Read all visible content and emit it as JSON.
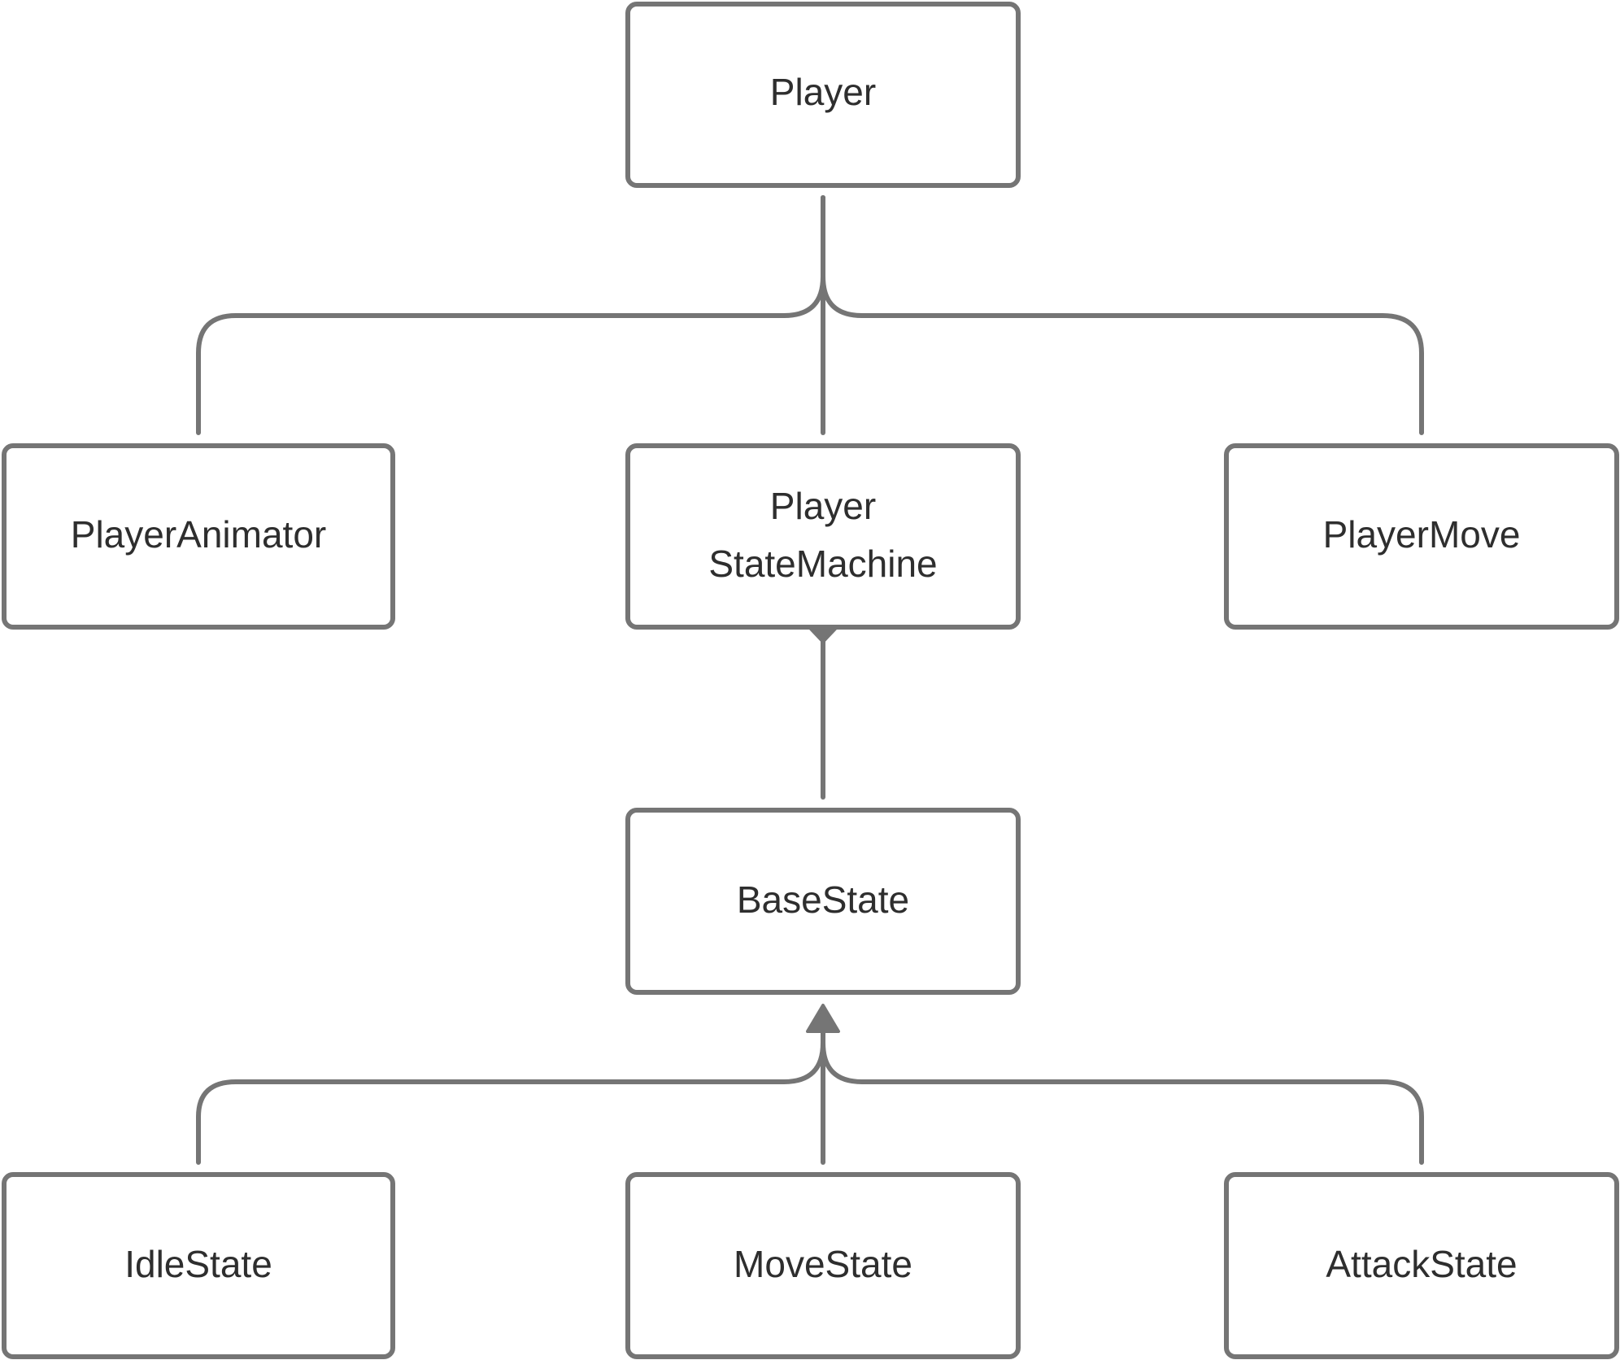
{
  "diagram": {
    "type": "class-diagram",
    "colors": {
      "stroke": "#757575",
      "text": "#2e2e2e",
      "background": "#ffffff"
    },
    "nodes": {
      "player": {
        "lines": [
          "Player"
        ]
      },
      "player_animator": {
        "lines": [
          "PlayerAnimator"
        ]
      },
      "player_state_machine": {
        "lines": [
          "Player",
          "StateMachine"
        ]
      },
      "player_move": {
        "lines": [
          "PlayerMove"
        ]
      },
      "base_state": {
        "lines": [
          "BaseState"
        ]
      },
      "idle_state": {
        "lines": [
          "IdleState"
        ]
      },
      "move_state": {
        "lines": [
          "MoveState"
        ]
      },
      "attack_state": {
        "lines": [
          "AttackState"
        ]
      }
    },
    "edges": [
      {
        "from": "player",
        "to": "player_animator",
        "kind": "association"
      },
      {
        "from": "player",
        "to": "player_state_machine",
        "kind": "association"
      },
      {
        "from": "player",
        "to": "player_move",
        "kind": "association"
      },
      {
        "from": "base_state",
        "to": "player_state_machine",
        "kind": "composition"
      },
      {
        "from": "idle_state",
        "to": "base_state",
        "kind": "inheritance"
      },
      {
        "from": "move_state",
        "to": "base_state",
        "kind": "inheritance"
      },
      {
        "from": "attack_state",
        "to": "base_state",
        "kind": "inheritance"
      }
    ]
  }
}
